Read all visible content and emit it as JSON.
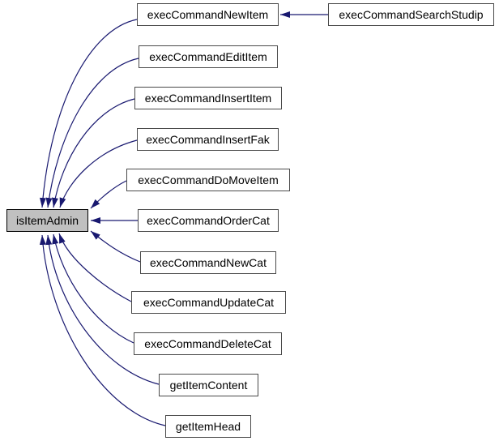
{
  "diagram": {
    "type": "call-graph",
    "focus_node": "isItemAdmin",
    "colors": {
      "edge": "#191970",
      "node_border": "#4a4a4a",
      "node_fill": "#ffffff",
      "node_text": "#000000",
      "focus_fill": "#c0c0c0",
      "focus_border": "#000000",
      "background": "#ffffff"
    },
    "nodes": [
      {
        "id": "isItemAdmin",
        "label": "isItemAdmin",
        "focus": true
      },
      {
        "id": "execCommandNewItem",
        "label": "execCommandNewItem"
      },
      {
        "id": "execCommandEditItem",
        "label": "execCommandEditItem"
      },
      {
        "id": "execCommandInsertItem",
        "label": "execCommandInsertItem"
      },
      {
        "id": "execCommandInsertFak",
        "label": "execCommandInsertFak"
      },
      {
        "id": "execCommandDoMoveItem",
        "label": "execCommandDoMoveItem"
      },
      {
        "id": "execCommandOrderCat",
        "label": "execCommandOrderCat"
      },
      {
        "id": "execCommandNewCat",
        "label": "execCommandNewCat"
      },
      {
        "id": "execCommandUpdateCat",
        "label": "execCommandUpdateCat"
      },
      {
        "id": "execCommandDeleteCat",
        "label": "execCommandDeleteCat"
      },
      {
        "id": "getItemContent",
        "label": "getItemContent"
      },
      {
        "id": "getItemHead",
        "label": "getItemHead"
      },
      {
        "id": "execCommandSearchStudip",
        "label": "execCommandSearchStudip"
      }
    ],
    "edges": [
      {
        "from": "execCommandNewItem",
        "to": "isItemAdmin"
      },
      {
        "from": "execCommandEditItem",
        "to": "isItemAdmin"
      },
      {
        "from": "execCommandInsertItem",
        "to": "isItemAdmin"
      },
      {
        "from": "execCommandInsertFak",
        "to": "isItemAdmin"
      },
      {
        "from": "execCommandDoMoveItem",
        "to": "isItemAdmin"
      },
      {
        "from": "execCommandOrderCat",
        "to": "isItemAdmin"
      },
      {
        "from": "execCommandNewCat",
        "to": "isItemAdmin"
      },
      {
        "from": "execCommandUpdateCat",
        "to": "isItemAdmin"
      },
      {
        "from": "execCommandDeleteCat",
        "to": "isItemAdmin"
      },
      {
        "from": "getItemContent",
        "to": "isItemAdmin"
      },
      {
        "from": "getItemHead",
        "to": "isItemAdmin"
      },
      {
        "from": "execCommandSearchStudip",
        "to": "execCommandNewItem"
      }
    ]
  }
}
